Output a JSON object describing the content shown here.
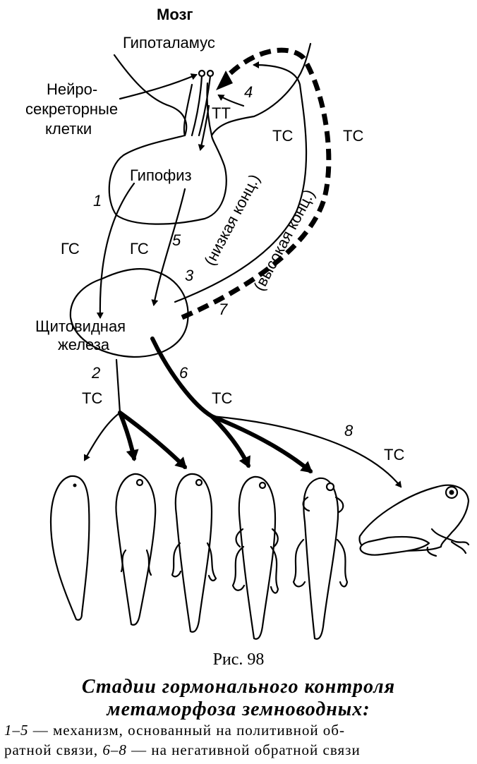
{
  "labels": {
    "brain": "Мозг",
    "hypothalamus": "Гипоталамус",
    "neuro_1": "Нейро-",
    "neuro_2": "секреторные",
    "neuro_3": "клетки",
    "tt": "ТТ",
    "pituitary": "Гипофиз",
    "thyroid_1": "Щитовидная",
    "thyroid_2": "железа",
    "gs_left": "ГС",
    "gs_right": "ГС",
    "ts_upper_1": "ТС",
    "ts_upper_2": "ТС",
    "low_conc": "(низкая конц.)",
    "high_conc": "(высокая конц.)",
    "ts_2": "ТС",
    "ts_6": "ТС",
    "ts_8": "ТС"
  },
  "numbers": {
    "n1": "1",
    "n2": "2",
    "n3": "3",
    "n4": "4",
    "n5": "5",
    "n6": "6",
    "n7": "7",
    "n8": "8"
  },
  "caption": {
    "figure": "Рис. 98",
    "title_1": "Стадии гормонального контроля",
    "title_2": "метаморфоза земноводных:",
    "line1_num": "1–5",
    "line1_text": " — механизм, основанный на политивной об-",
    "line2_pre": "ратной связи, ",
    "line2_num": "6–8",
    "line2_text": " — на негативной обратной связи"
  },
  "stages": [
    "tadpole-1",
    "tadpole-2",
    "tadpole-3",
    "tadpole-4",
    "tadpole-5",
    "frog"
  ]
}
